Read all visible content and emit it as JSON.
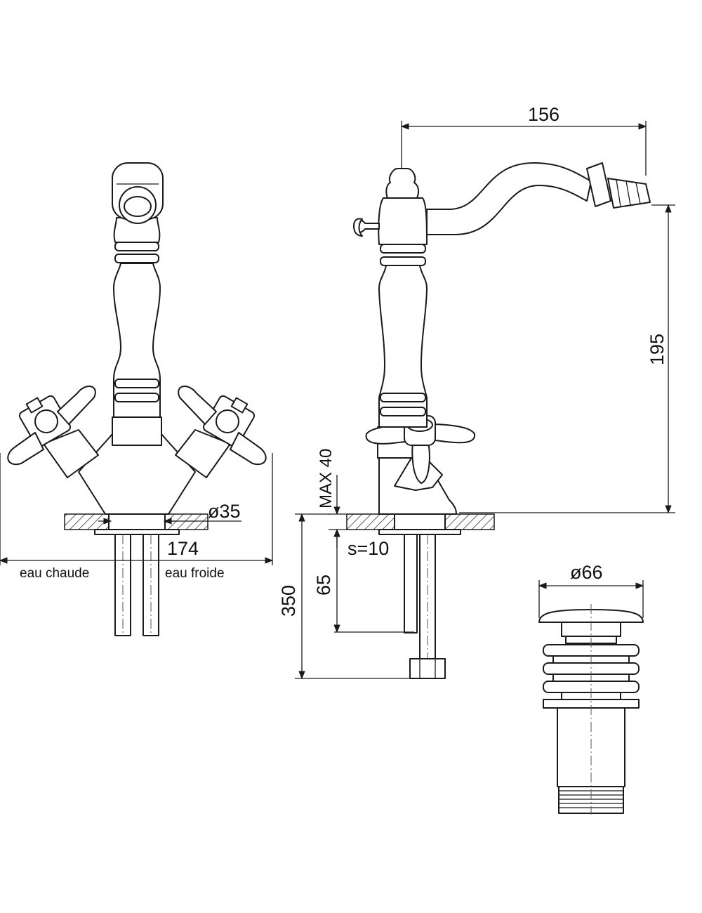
{
  "dimensions": {
    "spout_reach": "156",
    "spout_height": "195",
    "deck_diameter": "ø35",
    "handle_span": "174",
    "max_deck_thickness": "MAX  40",
    "deck_thickness": "s=10",
    "shank_length": "65",
    "hose_length": "350",
    "waste_diameter": "ø66"
  },
  "labels": {
    "hot": "eau chaude",
    "cold": "eau froide"
  }
}
